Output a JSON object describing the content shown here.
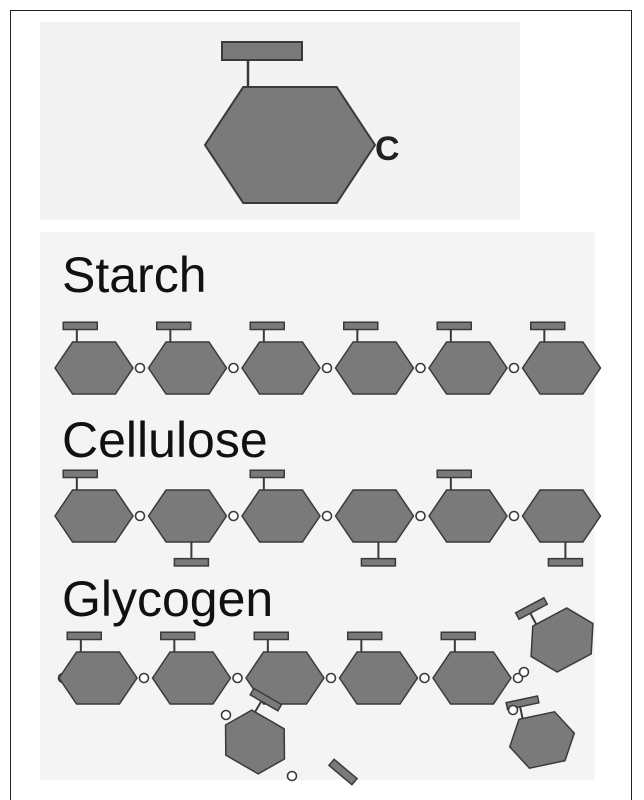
{
  "diagram": {
    "key_label": "C",
    "polymers": [
      {
        "name": "Starch"
      },
      {
        "name": "Cellulose"
      },
      {
        "name": "Glycogen"
      }
    ]
  },
  "colors": {
    "glucose_fill": "#7a7a7a",
    "stroke": "#3a3a3a",
    "background": "#f2f2f2"
  }
}
